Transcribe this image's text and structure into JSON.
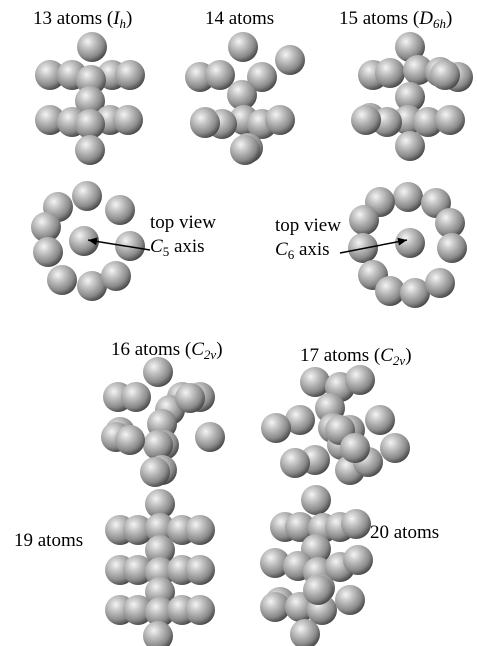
{
  "clusters": [
    {
      "id": "c13",
      "count_text": "13 atoms (",
      "sym_main": "I",
      "sym_sub": "h",
      "close": ")"
    },
    {
      "id": "c14",
      "count_text": "14 atoms",
      "sym_main": "",
      "sym_sub": "",
      "close": ""
    },
    {
      "id": "c15",
      "count_text": "15 atoms (",
      "sym_main": "D",
      "sym_sub": "6h",
      "close": ")"
    },
    {
      "id": "c16",
      "count_text": "16 atoms (",
      "sym_main": "C",
      "sym_sub": "2v",
      "close": ")"
    },
    {
      "id": "c17",
      "count_text": "17 atoms (",
      "sym_main": "C",
      "sym_sub": "2v",
      "close": ")"
    },
    {
      "id": "c19",
      "count_text": "19 atoms",
      "sym_main": "",
      "sym_sub": "",
      "close": ""
    },
    {
      "id": "c20",
      "count_text": "20 atoms",
      "sym_main": "",
      "sym_sub": "",
      "close": ""
    }
  ],
  "top_views": [
    {
      "id": "tv5",
      "label": "top view",
      "axis_main": "C",
      "axis_sub": "5",
      "axis_word": " axis"
    },
    {
      "id": "tv6",
      "label": "top view",
      "axis_main": "C",
      "axis_sub": "6",
      "axis_word": " axis"
    }
  ],
  "colors": {
    "sphere_light": "#f4f4f4",
    "sphere_mid": "#a8a8a8",
    "sphere_dark": "#3a3a3a",
    "text": "#000000"
  }
}
